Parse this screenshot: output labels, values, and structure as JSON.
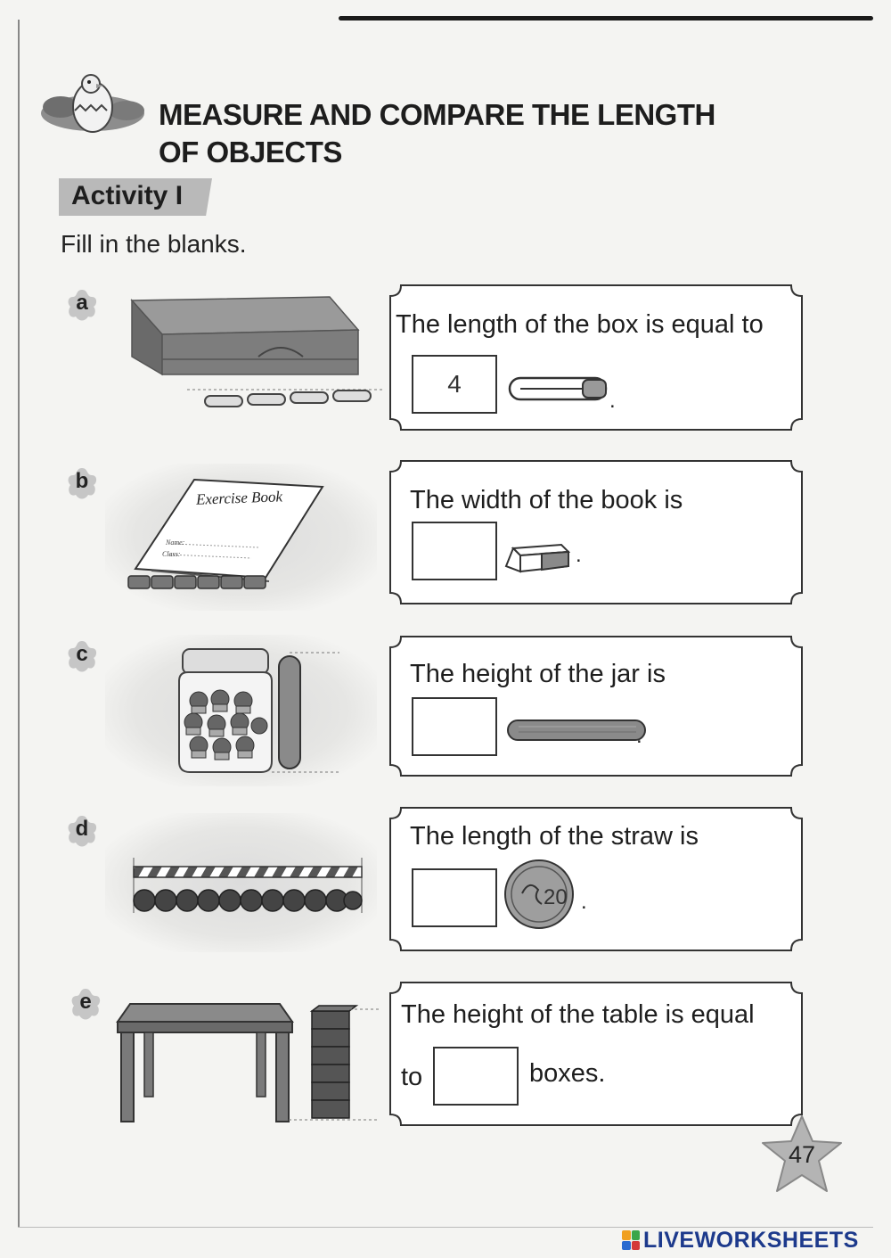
{
  "header": {
    "title_line1": "MEASURE AND COMPARE THE LENGTH",
    "title_line2": "OF OBJECTS",
    "activity": "Activity I",
    "instruction": "Fill in the blanks."
  },
  "items": [
    {
      "letter": "a",
      "sentence": "The length of the box is equal to",
      "answer": "4",
      "unit_icon": "safety-pin-icon",
      "end": "."
    },
    {
      "letter": "b",
      "sentence": "The width of the book is",
      "answer": "",
      "unit_icon": "eraser-icon",
      "end": "."
    },
    {
      "letter": "c",
      "sentence": "The height of the jar is",
      "answer": "",
      "unit_icon": "ice-cream-stick-icon",
      "end": "."
    },
    {
      "letter": "d",
      "sentence": "The length of the straw is",
      "answer": "",
      "unit_icon": "coin-icon",
      "end": "."
    },
    {
      "letter": "e",
      "sentence": "The height of the table is equal",
      "prefix": "to",
      "answer": "",
      "suffix": "boxes."
    }
  ],
  "pictures": {
    "book_title": "Exercise Book",
    "book_name_label": "Name:",
    "book_class_label": "Class:",
    "coin_value": "20"
  },
  "footer": {
    "page_number": "47",
    "brand": "LIVEWORKSHEETS"
  }
}
